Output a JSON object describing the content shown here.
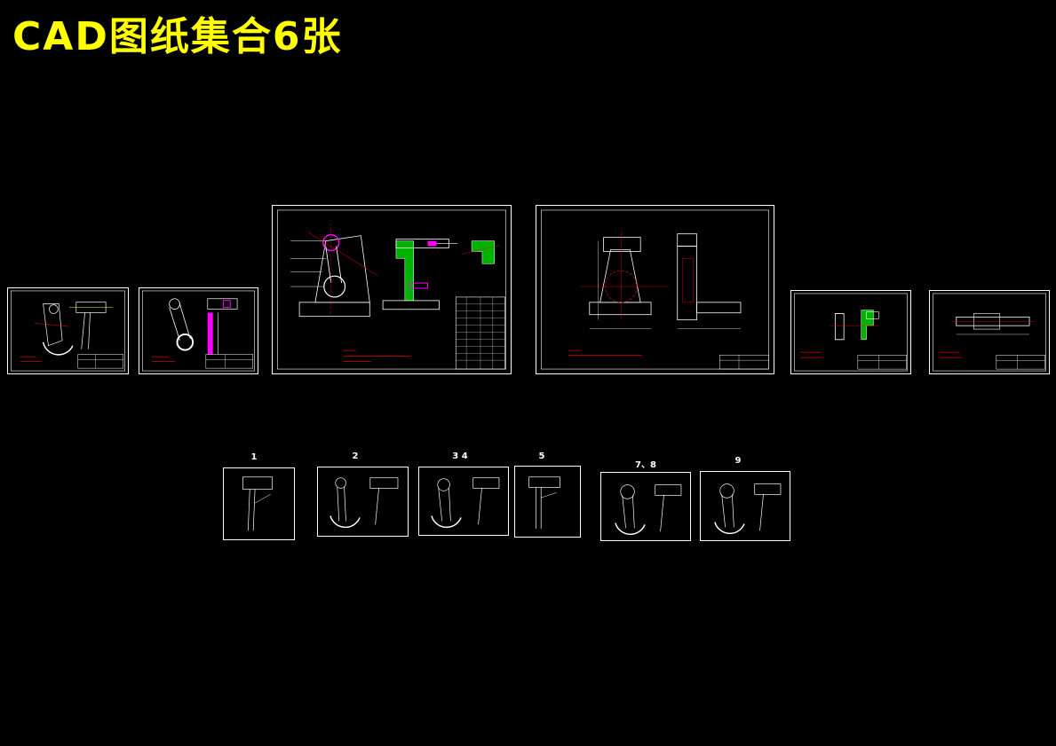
{
  "title": "CAD图纸集合6张",
  "colors": {
    "background": "#000000",
    "title": "#ffff00",
    "line": "#ffffff",
    "note": "#ff0000",
    "highlight": "#ff00ff",
    "section": "#00ff00"
  },
  "step_labels": [
    "1",
    "2",
    "3 4",
    "5",
    "7、8",
    "9"
  ]
}
